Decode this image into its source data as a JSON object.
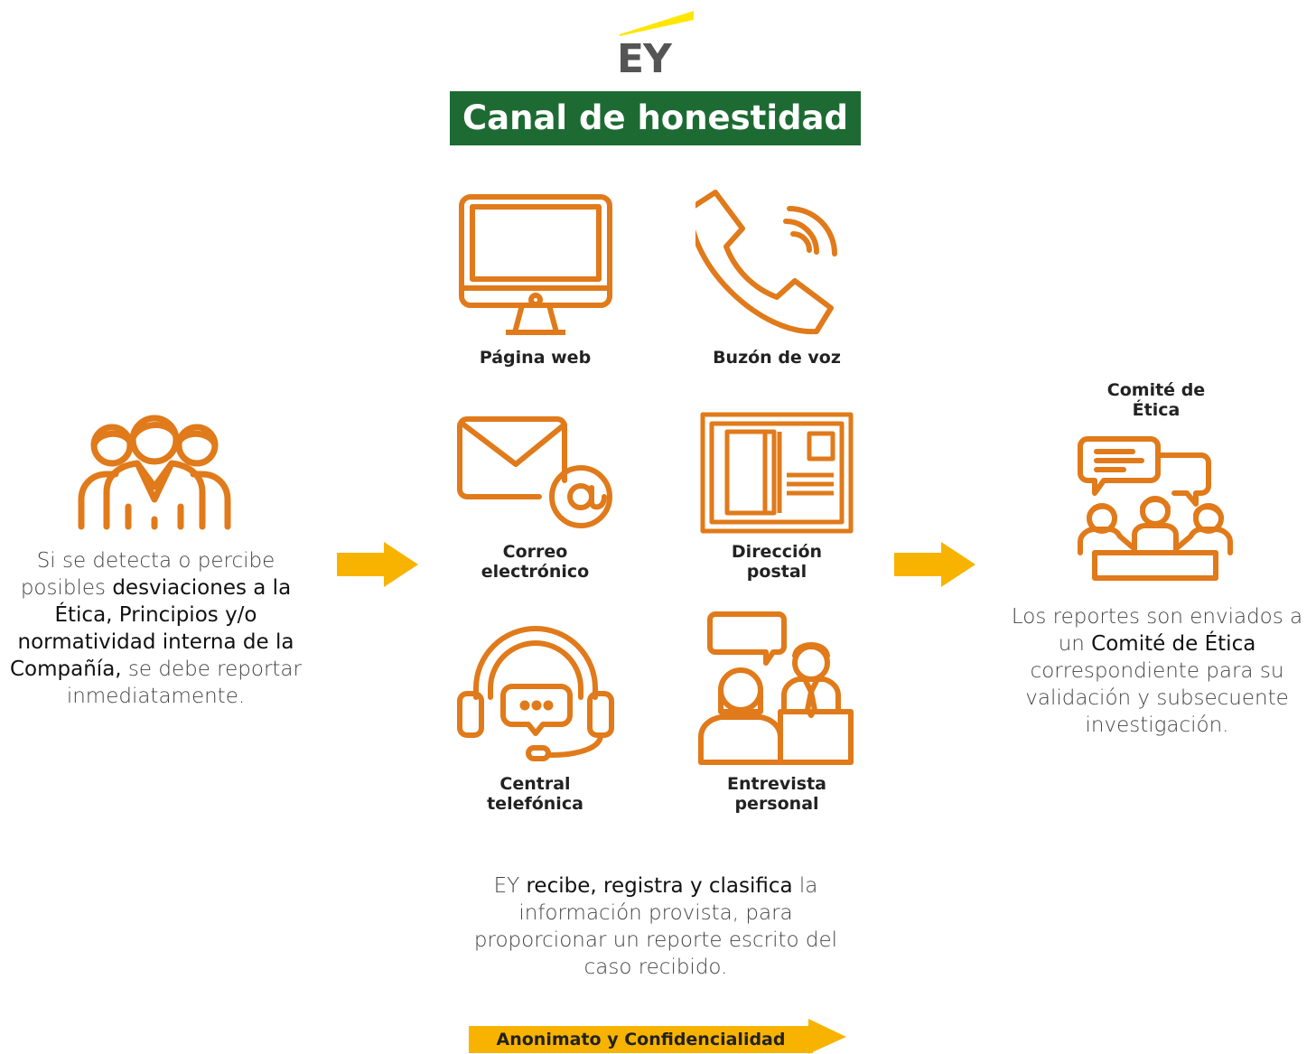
{
  "brand": {
    "logo_text": "EY",
    "accent_color": "#ffe600"
  },
  "title": "Canal de honestidad",
  "left": {
    "text_1": "Si se detecta o percibe posibles ",
    "text_bold": "desviaciones a la Ética, Principios y/o normatividad interna de la Compañía,",
    "text_2": " se debe reportar inmediatamente."
  },
  "channels": [
    {
      "line1": "Página web",
      "line2": "",
      "icon": "monitor-icon"
    },
    {
      "line1": "Buzón de voz",
      "line2": "",
      "icon": "phone-icon"
    },
    {
      "line1": "Correo",
      "line2": "electrónico",
      "icon": "envelope-at-icon"
    },
    {
      "line1": "Dirección",
      "line2": "postal",
      "icon": "postcard-icon"
    },
    {
      "line1": "Central",
      "line2": "telefónica",
      "icon": "headset-icon"
    },
    {
      "line1": "Entrevista",
      "line2": "personal",
      "icon": "interview-icon"
    }
  ],
  "center_text": {
    "prefix": "EY ",
    "bold": "recibe, registra y clasifica",
    "suffix": " la información provista, para proporcionar un reporte escrito del caso recibido."
  },
  "anon_label": "Anonimato y Confidencialidad",
  "right": {
    "heading_1": "Comité de",
    "heading_2": "Ética",
    "text_1": "Los reportes son enviados a un ",
    "text_bold": "Comité de Ética",
    "text_2": " correspondiente para su validación y subsecuente investigación."
  },
  "colors": {
    "icon": "#e07a1a",
    "arrow": "#f8b300",
    "banner": "#1d6b33"
  }
}
